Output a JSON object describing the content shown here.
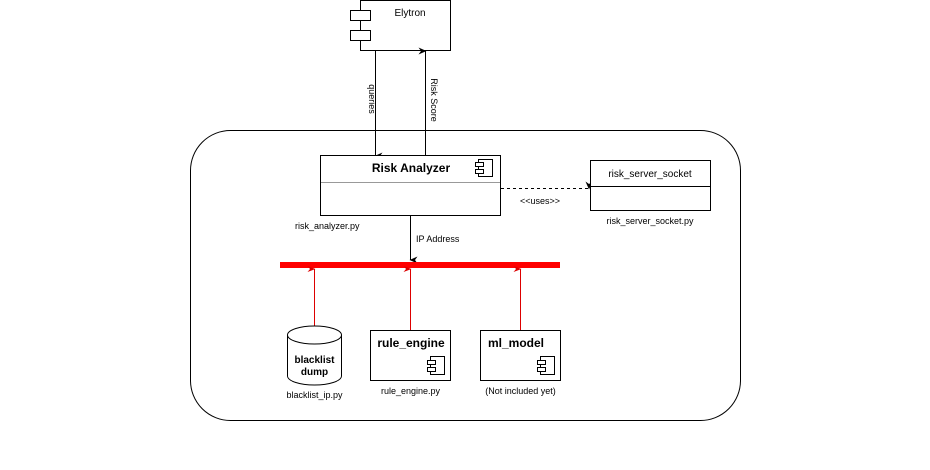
{
  "diagram": {
    "external": {
      "name": "Elytron"
    },
    "flows": {
      "queries": "queries",
      "risk_score": "Risk Score",
      "ip_address": "IP Address",
      "uses": "<<uses>>"
    },
    "risk_analyzer": {
      "name": "Risk Analyzer",
      "file": "risk_analyzer.py"
    },
    "risk_server_socket": {
      "name": "risk_server_socket",
      "file": "risk_server_socket.py"
    },
    "blacklist": {
      "line1": "blacklist",
      "line2": "dump",
      "file": "blacklist_ip.py"
    },
    "rule_engine": {
      "name": "rule_engine",
      "file": "rule_engine.py"
    },
    "ml_model": {
      "name": "ml_model",
      "note": "(Not included yet)"
    },
    "colors": {
      "bus": "#ff0000",
      "bus_arrow": "#dd0000",
      "stroke": "#000000",
      "divider": "#999999"
    }
  }
}
